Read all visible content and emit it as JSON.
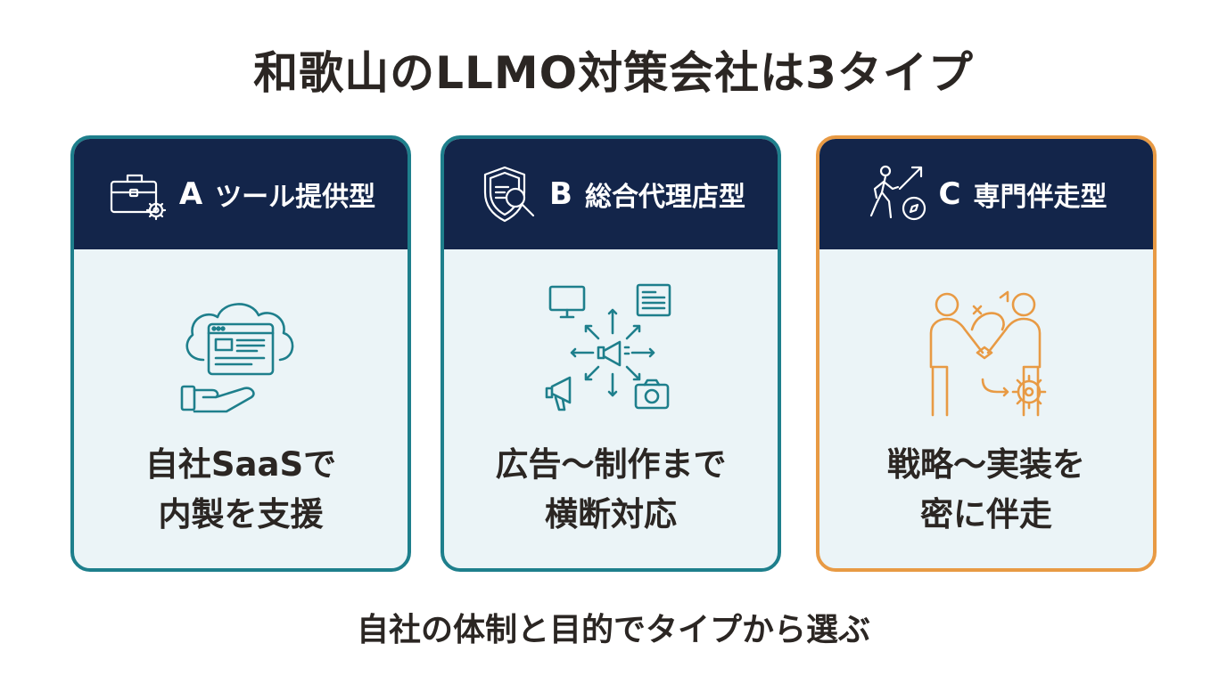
{
  "title": "和歌山のLLMO対策会社は3タイプ",
  "cards": [
    {
      "letter": "A",
      "label": "ツール提供型",
      "head_icon": "toolbox-gear-icon",
      "illustration": "cloud-browser-hand-icon",
      "line1": "自社SaaSで",
      "line2": "内製を支援",
      "accent": "#1e7f8c"
    },
    {
      "letter": "B",
      "label": "総合代理店型",
      "head_icon": "shield-search-icon",
      "illustration": "megaphone-media-hub-icon",
      "line1": "広告〜制作まで",
      "line2": "横断対応",
      "accent": "#1e7f8c"
    },
    {
      "letter": "C",
      "label": "専門伴走型",
      "head_icon": "walker-compass-icon",
      "illustration": "handshake-strategy-icon",
      "line1": "戦略〜実装を",
      "line2": "密に伴走",
      "accent": "#e89a44"
    }
  ],
  "footer": "自社の体制と目的でタイプから選ぶ",
  "colors": {
    "header_navy": "#13254a",
    "teal": "#1e7f8c",
    "orange": "#e89a44",
    "card_bg": "#ebf4f7",
    "text": "#2b2623"
  }
}
